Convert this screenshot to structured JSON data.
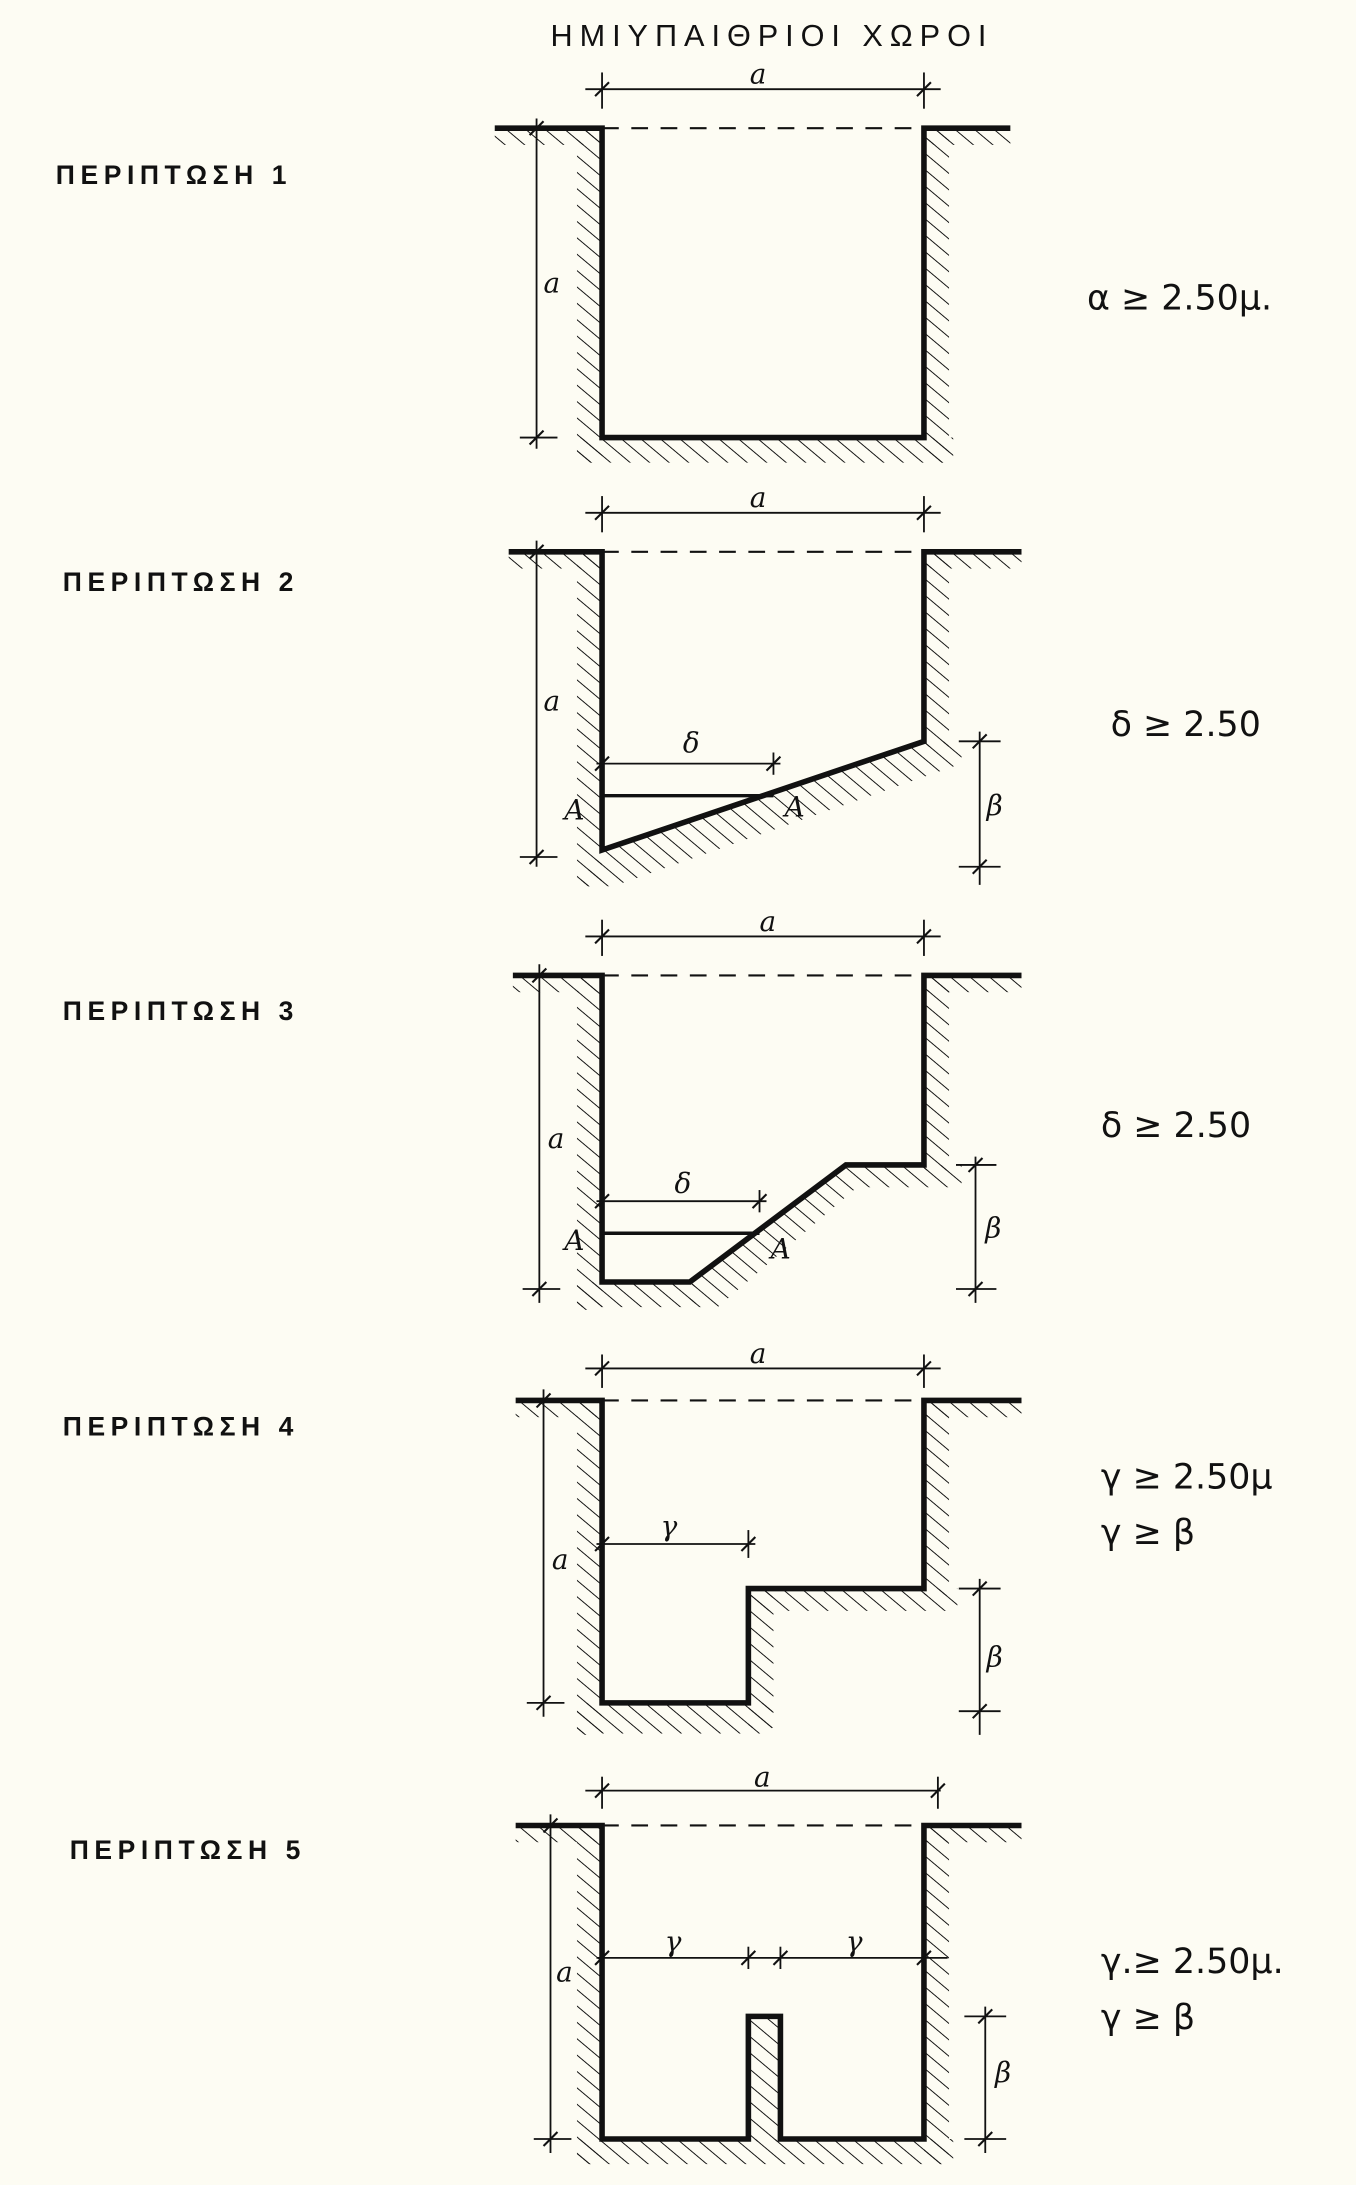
{
  "title": "ΗΜΙΥΠΑΙΘΡΙΟΙ ΧΩΡΟΙ",
  "cases": [
    {
      "label": "ΠΕΡΙΠΤΩΣΗ 1",
      "condition": [
        "α ≥ 2.50μ."
      ],
      "dims": {
        "top": "a",
        "left": "a"
      }
    },
    {
      "label": "ΠΕΡΙΠΤΩΣΗ 2",
      "condition": [
        "δ ≥ 2.50"
      ],
      "dims": {
        "top": "a",
        "left": "a",
        "inner": "δ",
        "right": "β",
        "section_a": "A",
        "section_b": "A"
      }
    },
    {
      "label": "ΠΕΡΙΠΤΩΣΗ 3",
      "condition": [
        "δ ≥ 2.50"
      ],
      "dims": {
        "top": "a",
        "left": "a",
        "inner": "δ",
        "right": "β",
        "section_a": "A",
        "section_b": "A"
      }
    },
    {
      "label": "ΠΕΡΙΠΤΩΣΗ 4",
      "condition": [
        "γ ≥ 2.50μ",
        "γ ≥ β"
      ],
      "dims": {
        "top": "a",
        "left": "a",
        "inner": "γ",
        "right": "β"
      }
    },
    {
      "label": "ΠΕΡΙΠΤΩΣΗ 5",
      "condition": [
        "γ.≥ 2.50μ.",
        "γ ≥ β"
      ],
      "dims": {
        "top": "a",
        "left": "a",
        "inner": "γ",
        "inner2": "γ",
        "right": "β"
      }
    }
  ]
}
